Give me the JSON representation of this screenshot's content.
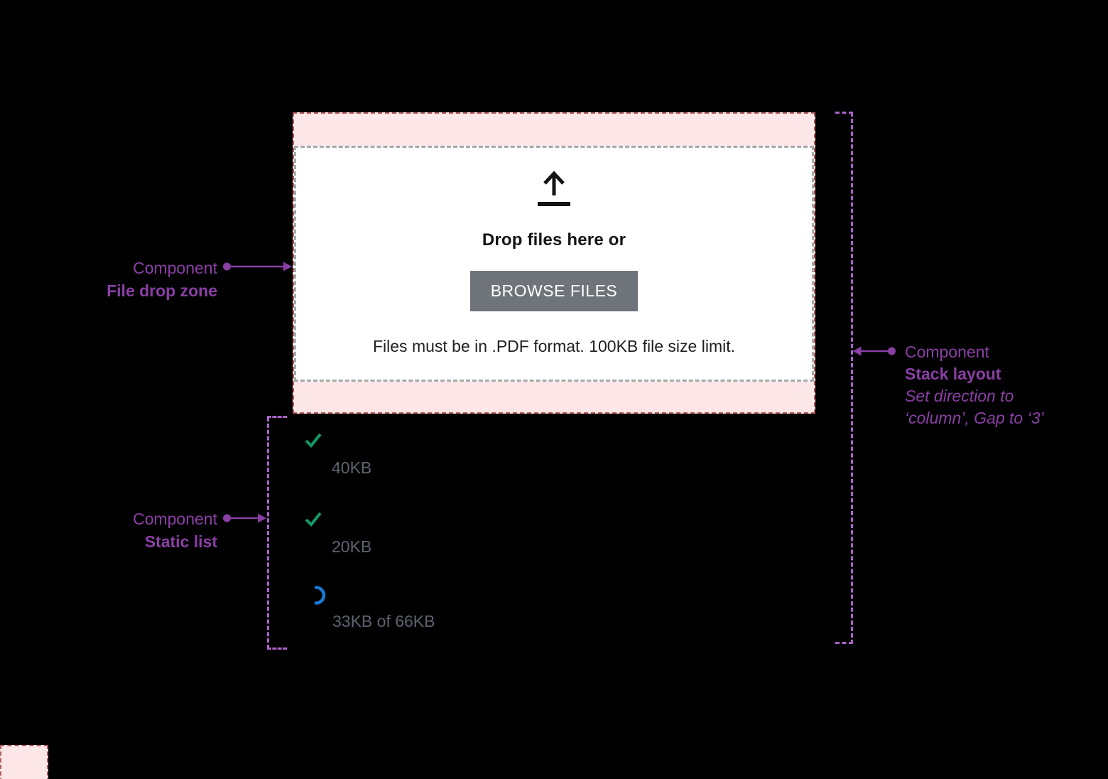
{
  "drop_zone": {
    "icon": "upload-arrow-icon",
    "title": "Drop files here or",
    "button_label": "BROWSE FILES",
    "note": "Files must be in .PDF format. 100KB file size limit."
  },
  "static_list": {
    "items": [
      {
        "icon": "check-icon",
        "size_label": "40KB"
      },
      {
        "icon": "check-icon",
        "size_label": "20KB"
      },
      {
        "icon": "spinner-icon",
        "size_label": "33KB of 66KB"
      }
    ]
  },
  "annotations": {
    "drop_zone": {
      "kicker": "Component",
      "title": "File drop zone"
    },
    "static_list": {
      "kicker": "Component",
      "title": "Static list"
    },
    "stack_layout": {
      "kicker": "Component",
      "title": "Stack layout",
      "note_line1": "Set direction to",
      "note_line2": "‘column’, Gap to ‘3’"
    }
  },
  "colors": {
    "annotation_purple": "#8a3fa5",
    "guide_purple": "#ab63c9",
    "zone_pink_fill": "#fce6e7",
    "zone_red_border": "#b45a5d",
    "inner_gray_border": "#a8a8a8",
    "button_gray": "#6f747a",
    "label_gray": "#5d646e",
    "success_green": "#129a68",
    "progress_blue": "#1779d1",
    "background": "#000000"
  }
}
